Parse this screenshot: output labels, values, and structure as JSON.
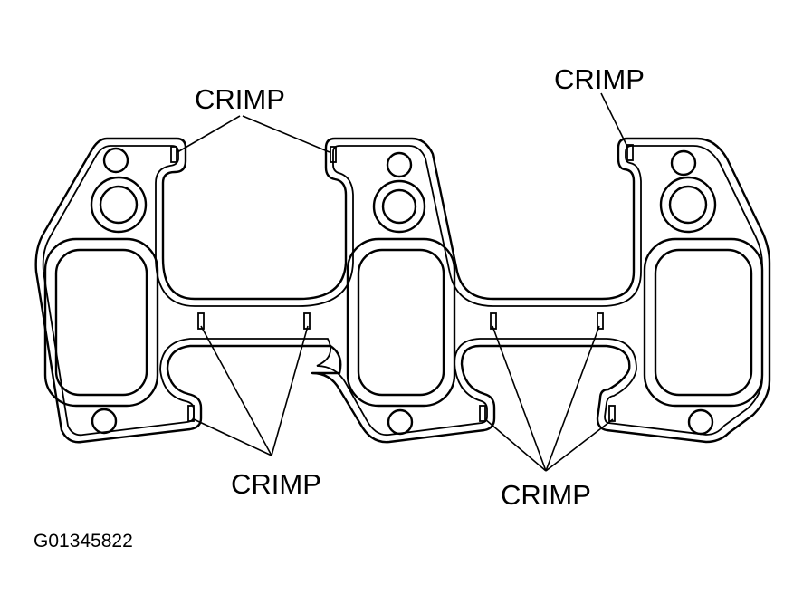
{
  "callouts": {
    "top_left": "CRIMP",
    "top_right": "CRIMP",
    "bottom_left": "CRIMP",
    "bottom_right": "CRIMP"
  },
  "figure_id": "G01345822"
}
